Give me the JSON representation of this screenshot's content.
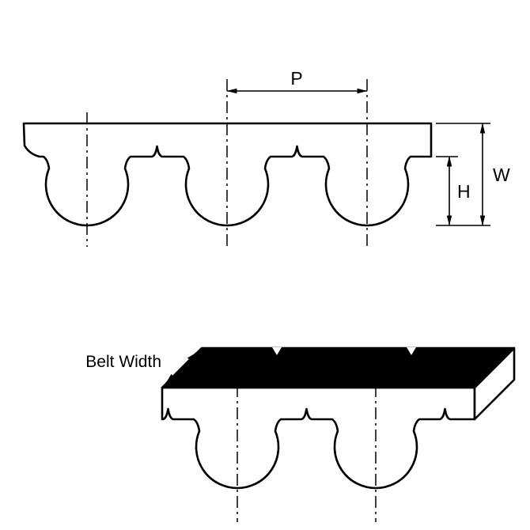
{
  "diagram": {
    "type": "timing-belt-dimension-drawing",
    "labels": {
      "pitch": "P",
      "overall_thickness": "W",
      "tooth_height": "H",
      "belt_width": "Belt Width"
    },
    "colors": {
      "line": "#000000",
      "belt_fill": "#ffffff",
      "top_surface": "#000000",
      "background": "#ffffff"
    }
  }
}
